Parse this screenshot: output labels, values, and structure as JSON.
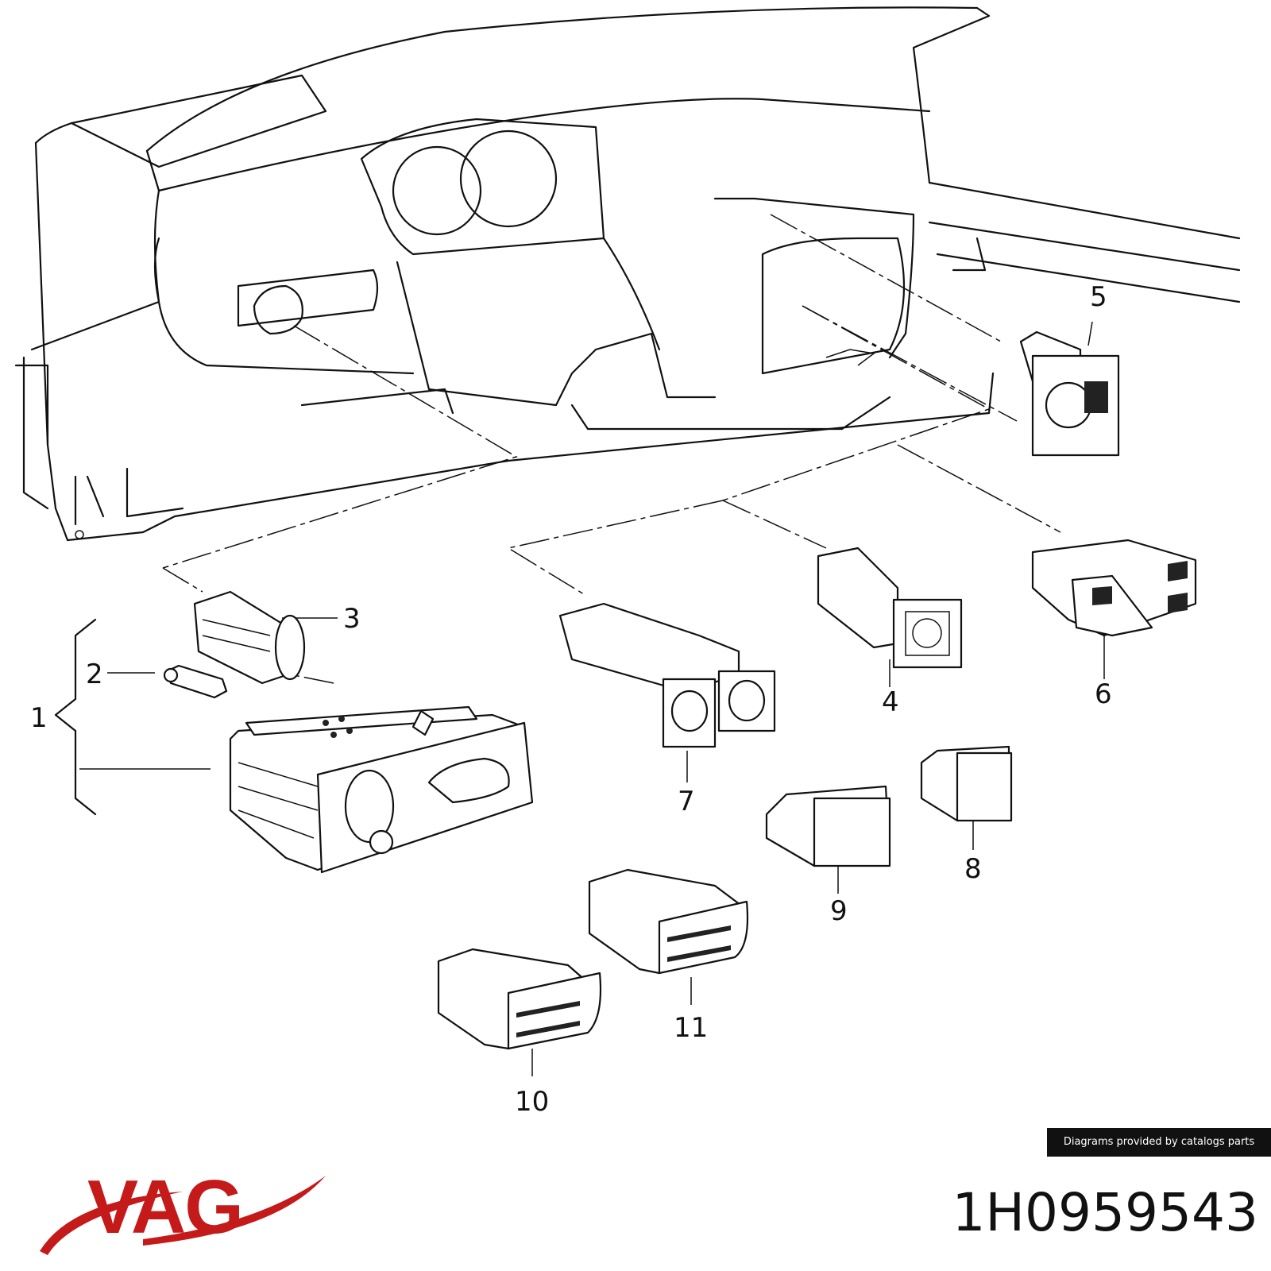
{
  "callouts": {
    "c1": "1",
    "c2": "2",
    "c3": "3",
    "c4": "4",
    "c5": "5",
    "c6": "6",
    "c7": "7",
    "c8": "8",
    "c9": "9",
    "c10": "10",
    "c11": "11"
  },
  "brand": {
    "logo_text": "VAG",
    "logo_color": "#c41a1a"
  },
  "attribution": "Diagrams provided by catalogs parts",
  "part_number": "1H0959543"
}
